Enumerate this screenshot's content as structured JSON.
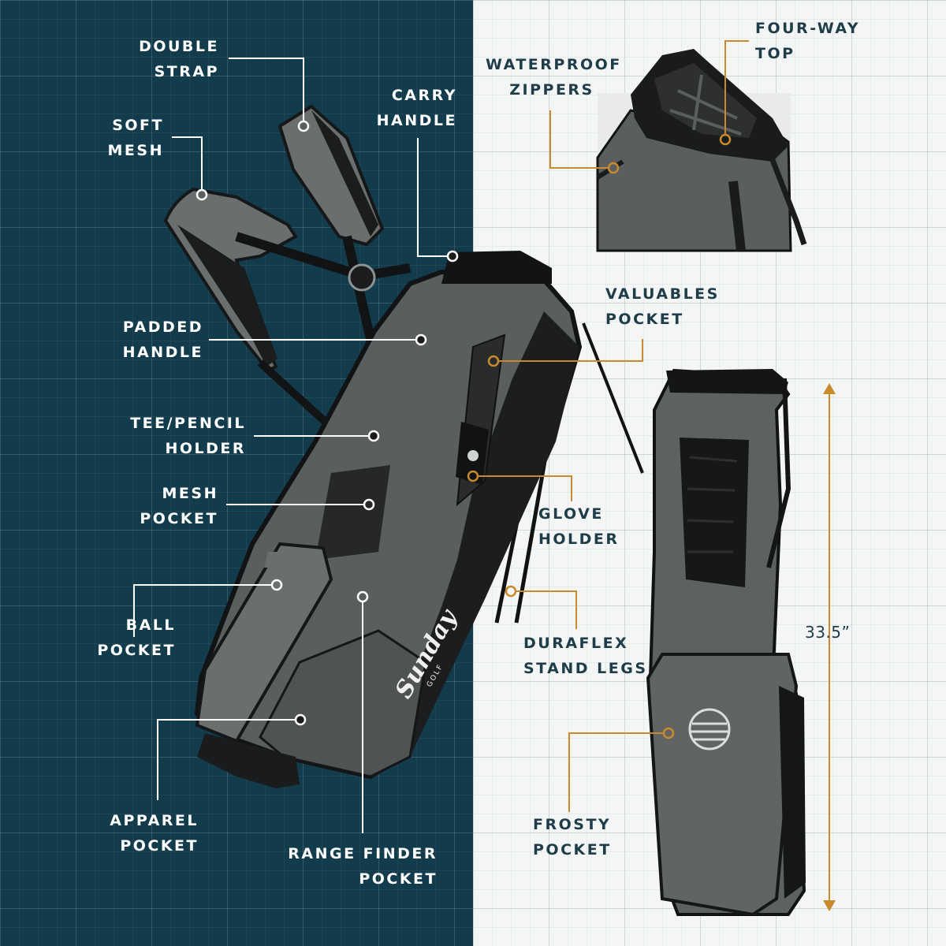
{
  "colors": {
    "left_background": "#123c4c",
    "right_background": "#f4f5f5",
    "left_leader_line": "#ffffff",
    "right_leader_line": "#c88a2c",
    "bag_fabric": "#5a5e5e",
    "bag_trim": "#121314",
    "label_dark": "#ffffff",
    "label_light": "#1f3d49"
  },
  "brand": {
    "wordmark": "Sunday",
    "sub": "GOLF"
  },
  "callouts": {
    "double_strap": [
      "DOUBLE",
      "STRAP"
    ],
    "soft_mesh": [
      "SOFT",
      "MESH"
    ],
    "carry_handle": [
      "CARRY",
      "HANDLE"
    ],
    "padded_handle": [
      "PADDED",
      "HANDLE"
    ],
    "tee_pencil_holder": [
      "TEE/PENCIL",
      "HOLDER"
    ],
    "mesh_pocket": [
      "MESH",
      "POCKET"
    ],
    "ball_pocket": [
      "BALL",
      "POCKET"
    ],
    "apparel_pocket": [
      "APPAREL",
      "POCKET"
    ],
    "range_finder_pocket": [
      "RANGE FINDER",
      "POCKET"
    ],
    "waterproof_zippers": [
      "WATERPROOF",
      "ZIPPERS"
    ],
    "four_way_top": [
      "FOUR-WAY",
      "TOP"
    ],
    "valuables_pocket": [
      "VALUABLES",
      "POCKET"
    ],
    "glove_holder": [
      "GLOVE",
      "HOLDER"
    ],
    "duraflex_stand_legs": [
      "DURAFLEX",
      "STAND LEGS"
    ],
    "frosty_pocket": [
      "FROSTY",
      "POCKET"
    ]
  },
  "dimension": {
    "height": "33.5”"
  }
}
